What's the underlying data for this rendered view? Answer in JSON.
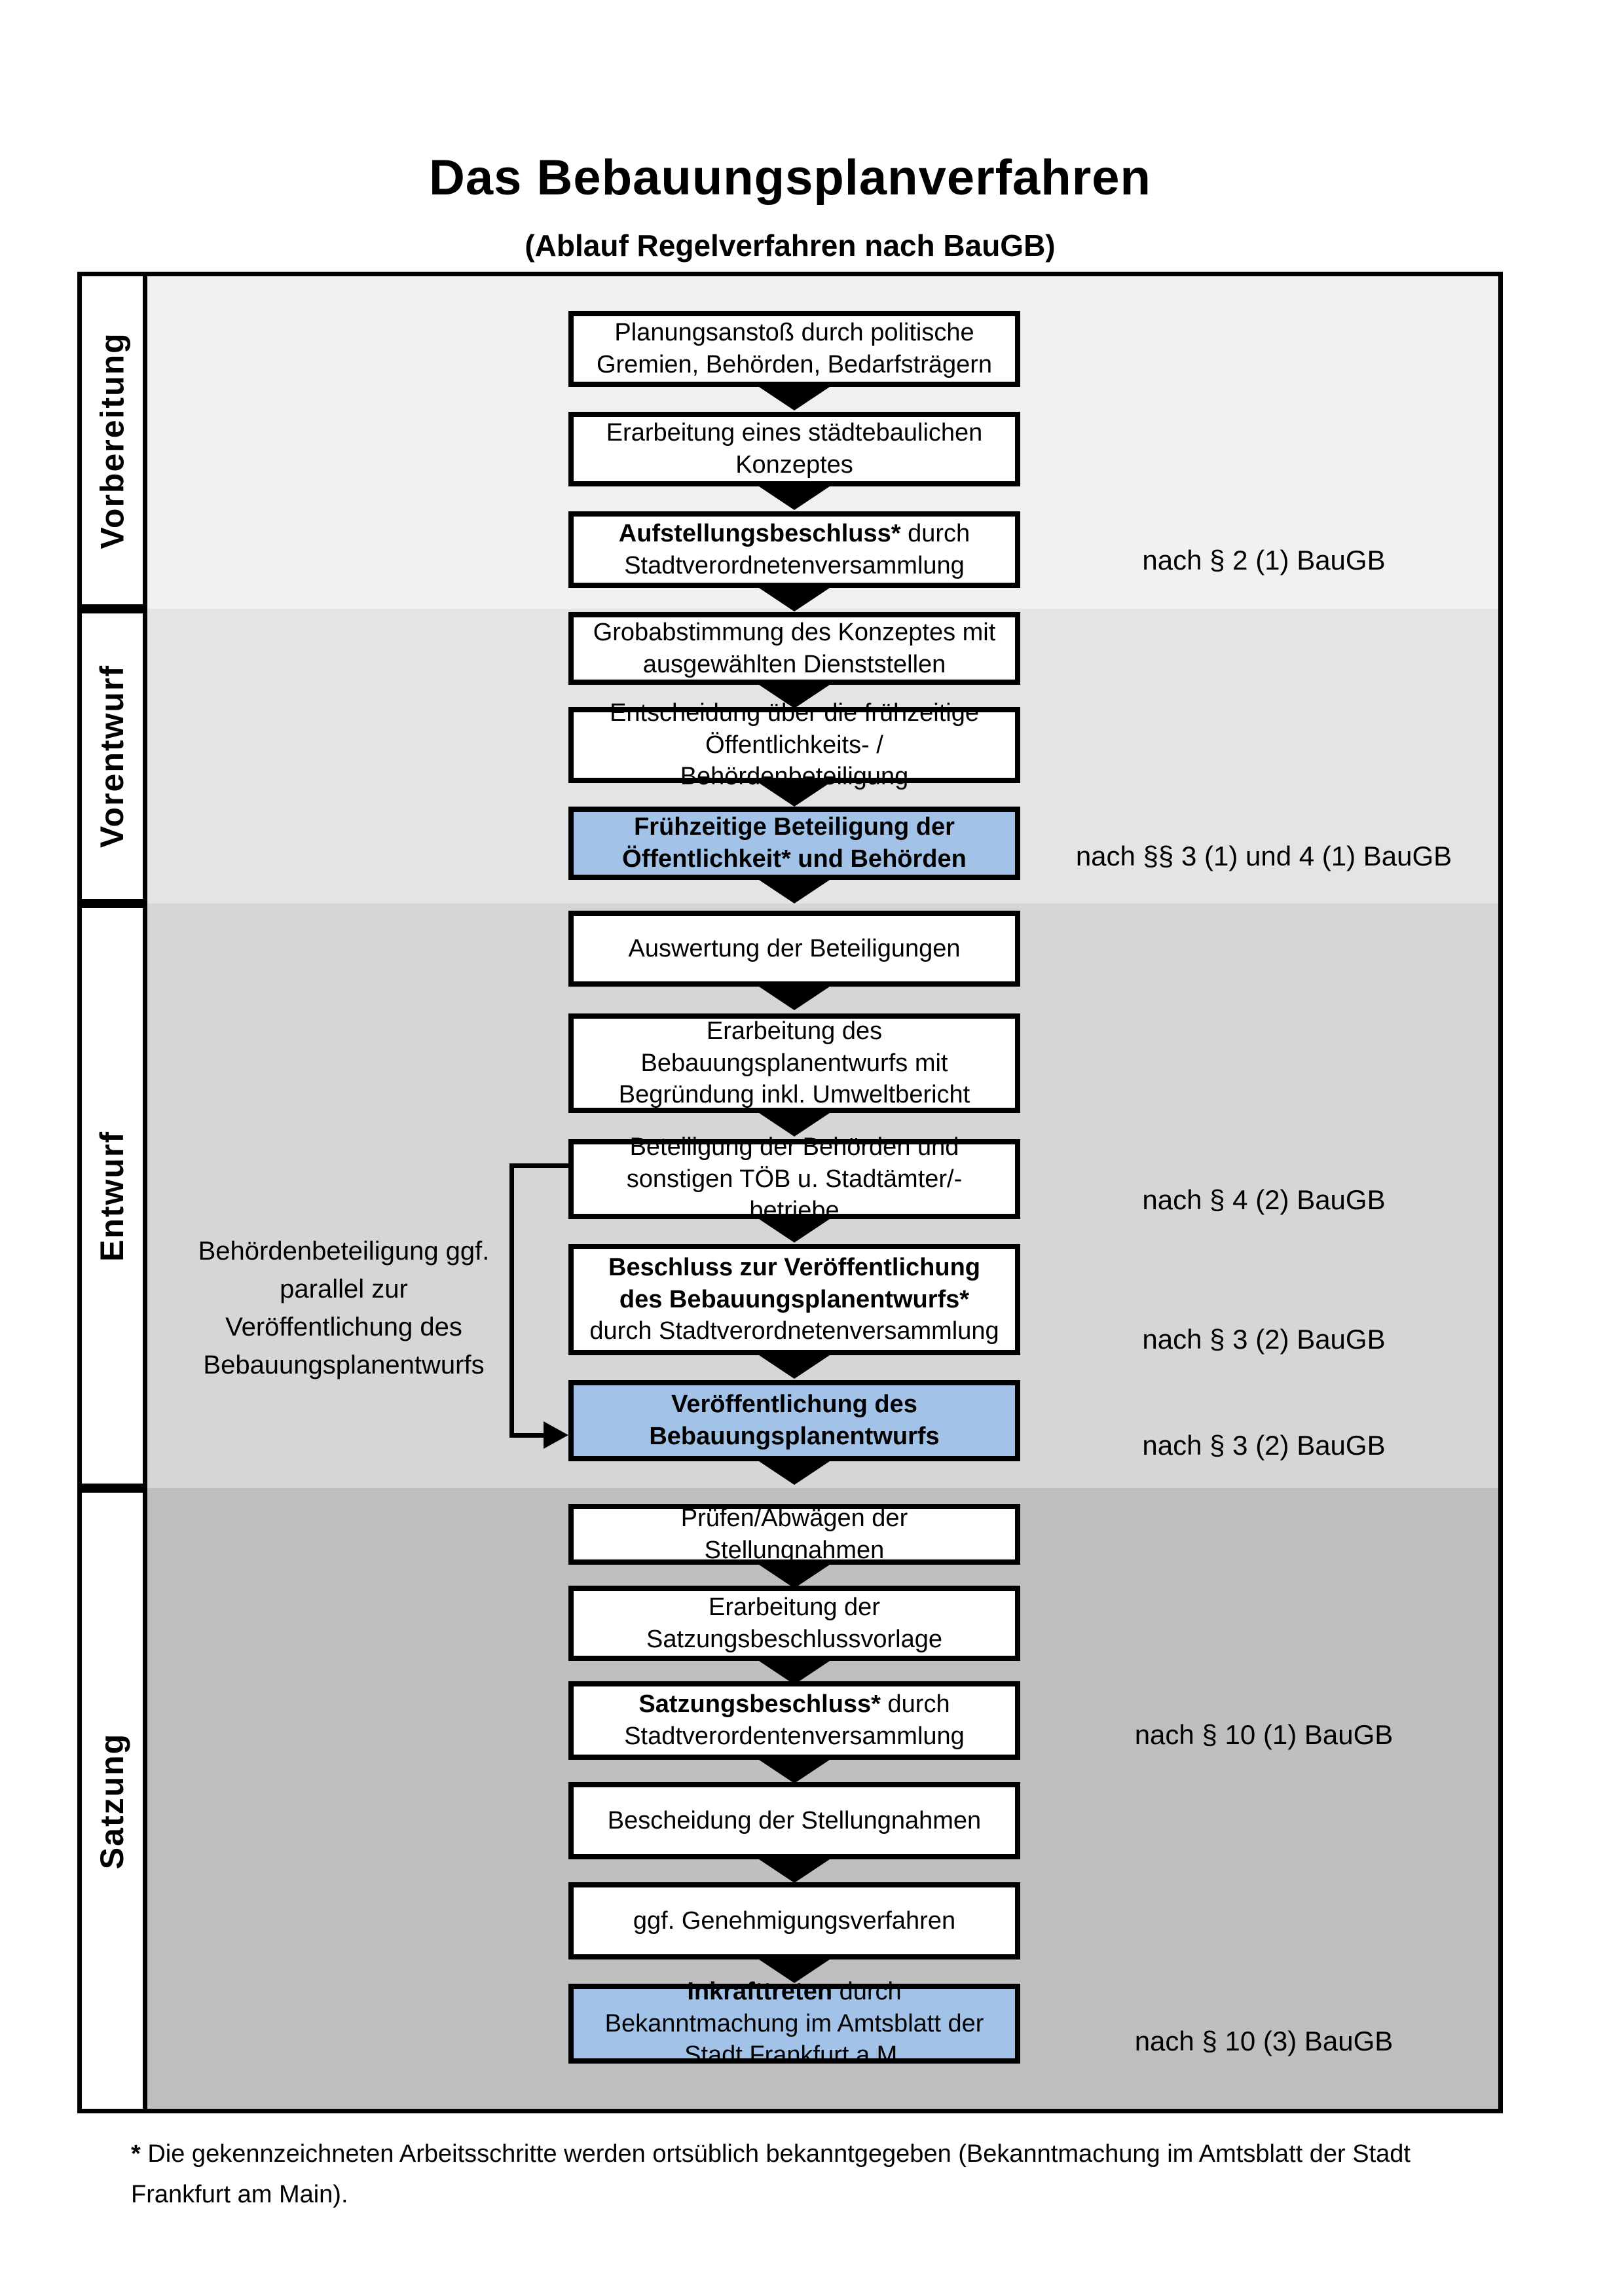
{
  "title": "Das Bebauungsplanverfahren",
  "subtitle": "(Ablauf Regelverfahren nach BauGB)",
  "phases": [
    {
      "label": "Vorbereitung"
    },
    {
      "label": "Vorentwurf"
    },
    {
      "label": "Entwurf"
    },
    {
      "label": "Satzung"
    }
  ],
  "steps": [
    {
      "bold": "",
      "rest": "Planungsanstoß durch politische Gremien, Behörden, Bedarfsträgern",
      "highlighted": false
    },
    {
      "bold": "",
      "rest": "Erarbeitung eines städtebaulichen Konzeptes",
      "highlighted": false
    },
    {
      "bold": "Aufstellungsbeschluss*",
      "rest": " durch Stadtverordnetenversammlung",
      "highlighted": false
    },
    {
      "bold": "",
      "rest": "Grobabstimmung des Konzeptes mit ausgewählten Dienststellen",
      "highlighted": false
    },
    {
      "bold": "",
      "rest": "Entscheidung über die frühzeitige Öffentlichkeits- / Behördenbeteiligung",
      "highlighted": false
    },
    {
      "bold": "Frühzeitige Beteiligung der Öffentlichkeit* und Behörden",
      "rest": "",
      "highlighted": true
    },
    {
      "bold": "",
      "rest": "Auswertung der Beteiligungen",
      "highlighted": false
    },
    {
      "bold": "",
      "rest": "Erarbeitung des Bebauungsplanentwurfs mit Begründung inkl. Umweltbericht",
      "highlighted": false
    },
    {
      "bold": "",
      "rest": "Beteiligung der Behörden und sonstigen TÖB u. Stadtämter/-betriebe",
      "highlighted": false
    },
    {
      "bold": "Beschluss zur Veröffentlichung des Bebauungsplanentwurfs*",
      "rest": " durch Stadtverordnetenversammlung",
      "highlighted": false
    },
    {
      "bold": "Veröffentlichung des Bebauungsplanentwurfs",
      "rest": "",
      "highlighted": true
    },
    {
      "bold": "",
      "rest": "Prüfen/Abwägen der Stellungnahmen",
      "highlighted": false
    },
    {
      "bold": "",
      "rest": "Erarbeitung der Satzungsbeschlussvorlage",
      "highlighted": false
    },
    {
      "bold": "Satzungsbeschluss*",
      "rest": " durch Stadtverordentenversammlung",
      "highlighted": false
    },
    {
      "bold": "",
      "rest": "Bescheidung der Stellungnahmen",
      "highlighted": false
    },
    {
      "bold": "",
      "rest": "ggf. Genehmigungsverfahren",
      "highlighted": false
    },
    {
      "bold": "Inkrafttreten",
      "rest": " durch Bekanntmachung im Amtsblatt der Stadt Frankfurt a.M.",
      "highlighted": true
    }
  ],
  "legal_refs": [
    {
      "text": "nach § 2 (1) BauGB"
    },
    {
      "text": "nach §§ 3 (1) und 4 (1) BauGB"
    },
    {
      "text": "nach § 4 (2) BauGB"
    },
    {
      "text": "nach § 3 (2) BauGB"
    },
    {
      "text": "nach § 3 (2) BauGB"
    },
    {
      "text": "nach § 10 (1) BauGB"
    },
    {
      "text": "nach § 10 (3) BauGB"
    }
  ],
  "side_note": "Behördenbeteiligung ggf. parallel zur Veröffentlichung des Bebauungsplanentwurfs",
  "footnote": {
    "marker": "*",
    "text": " Die gekennzeichneten Arbeitsschritte werden ortsüblich bekanntgegeben (Bekanntmachung im Amtsblatt der Stadt Frankfurt am Main)."
  },
  "colors": {
    "highlight_blue": "#a2c3e7",
    "section_grays": [
      "#f1f1f1",
      "#e4e4e4",
      "#d6d6d6",
      "#bfbfbf"
    ]
  }
}
